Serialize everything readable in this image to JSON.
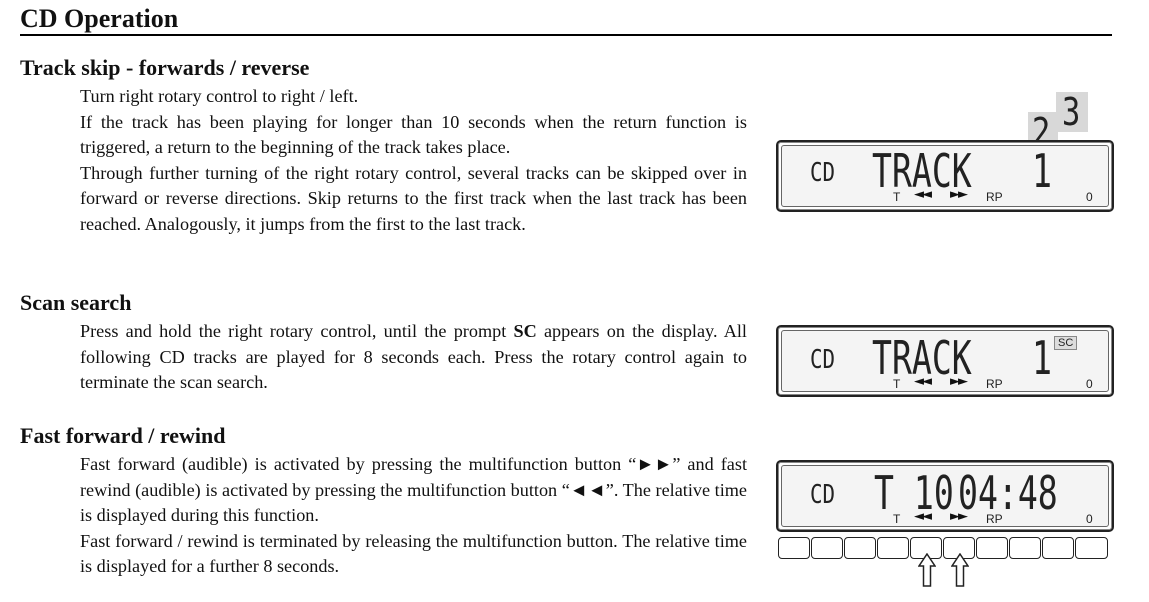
{
  "page_title": "CD Operation",
  "sections": [
    {
      "heading": "Track skip - forwards / reverse",
      "paragraphs": [
        "Turn right rotary control to right / left.",
        "If the track has been playing for longer than 10 seconds when the return function is triggered, a return to the beginning of the track takes place.",
        "Through further turning of the right rotary control, several tracks can be skipped over in forward or reverse directions. Skip returns to the first track when the last track has been reached. Analogously, it jumps from the first to the last track."
      ]
    },
    {
      "heading": "Scan search",
      "paragraph_parts": [
        "Press and hold the right rotary control, until the prompt ",
        "SC",
        " appears on the display. All following CD tracks are played for 8 seconds each. Press the rotary control again to terminate the scan search."
      ]
    },
    {
      "heading": "Fast forward / rewind",
      "paragraphs": [
        "Fast forward (audible) is activated by pressing the multifunction button “►►” and fast rewind (audible) is activated by pressing the multifunction button “◄◄”. The relative time is displayed during this function.",
        "Fast forward / rewind is terminated by releasing the multifunction button. The relative time is displayed for a further 8 seconds."
      ]
    }
  ],
  "displays": [
    {
      "source": "CD",
      "main": "TRACK",
      "track": "1",
      "roll_a": "2",
      "roll_b": "3",
      "t": "T",
      "rev": "◄◄",
      "fwd": "►►",
      "rp": "RP",
      "zero": "0"
    },
    {
      "source": "CD",
      "main": "TRACK",
      "track": "1",
      "badge": "SC",
      "t": "T",
      "rev": "◄◄",
      "fwd": "►►",
      "rp": "RP",
      "zero": "0"
    },
    {
      "source": "CD",
      "main": "T 10",
      "time": "04:48",
      "t": "T",
      "rev": "◄◄",
      "fwd": "►►",
      "rp": "RP",
      "zero": "0"
    }
  ]
}
